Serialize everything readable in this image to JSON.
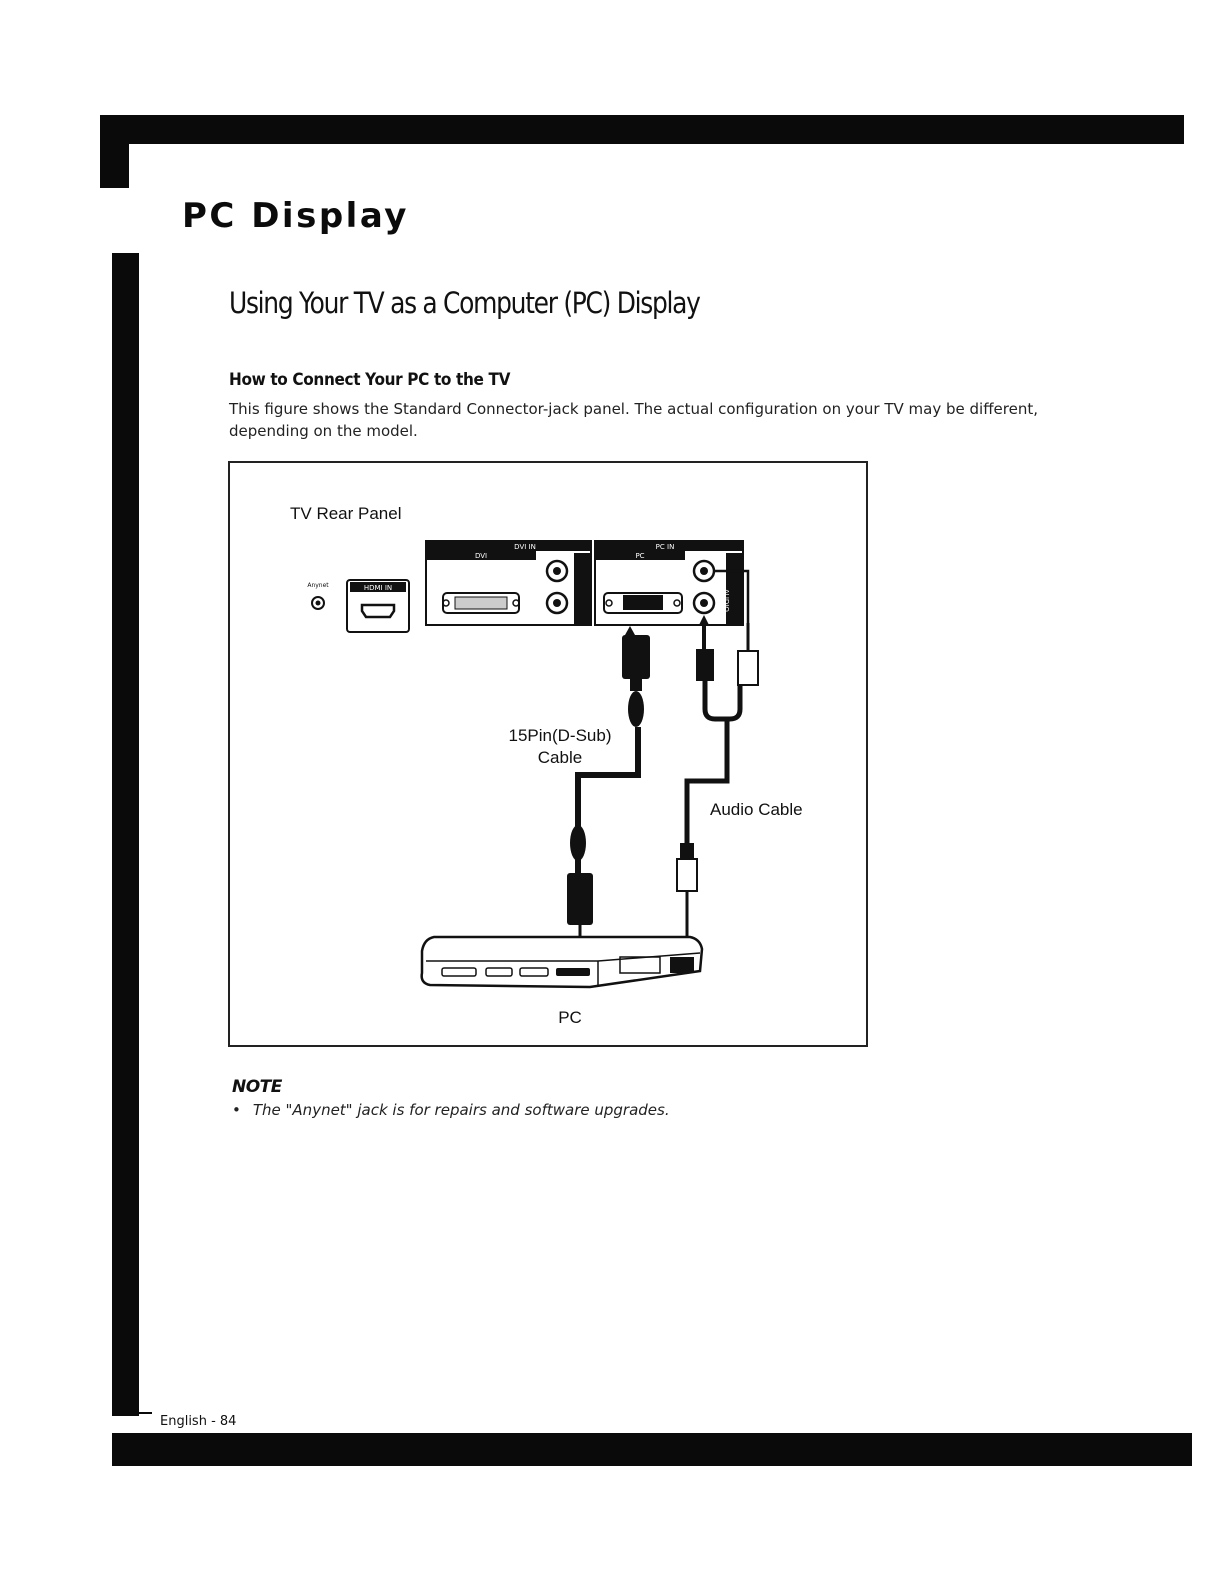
{
  "page_title": "PC Display",
  "section_title": "Using Your TV as a Computer (PC) Display",
  "sub_heading": "How to Connect Your PC to the TV",
  "intro": "This figure shows the Standard Connector-jack panel. The actual configuration on your TV may be different, depending on the model.",
  "figure": {
    "tv_rear_panel_label": "TV Rear Panel",
    "anynet_label": "Anynet",
    "hdmi_in_label": "HDMI IN",
    "dvi_in_label": "DVI IN",
    "dvi_label": "DVI",
    "pc_in_label": "PC IN",
    "pc_port_label": "PC",
    "audio_label": "AUDIO",
    "dsub_cable_label_line1": "15Pin(D-Sub)",
    "dsub_cable_label_line2": "Cable",
    "audio_cable_label": "Audio Cable",
    "pc_label": "PC"
  },
  "note": {
    "title": "NOTE",
    "items": [
      "The \"Anynet\" jack is for repairs and software upgrades."
    ]
  },
  "footer": "English - 84"
}
